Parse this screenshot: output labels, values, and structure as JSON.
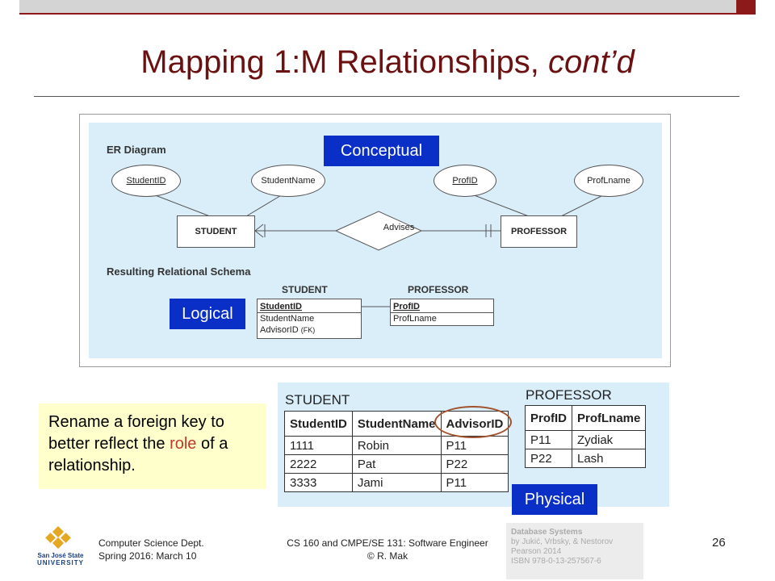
{
  "slide": {
    "title_main": "Mapping 1:M Relationships, ",
    "title_italic": "cont’d",
    "page_number": "26"
  },
  "er": {
    "heading": "ER Diagram",
    "attributes": [
      "StudentID",
      "StudentName",
      "ProfID",
      "ProfLname"
    ],
    "entities": [
      "STUDENT",
      "PROFESSOR"
    ],
    "relationship": "Advises",
    "schema_heading": "Resulting Relational Schema",
    "schema": {
      "student_title": "STUDENT",
      "student_cols": [
        "StudentID",
        "StudentName",
        "AdvisorID"
      ],
      "fk_marker": "(FK)",
      "professor_title": "PROFESSOR",
      "professor_cols": [
        "ProfID",
        "ProfLname"
      ]
    }
  },
  "tags": {
    "conceptual": "Conceptual",
    "logical": "Logical",
    "physical": "Physical"
  },
  "physical": {
    "student_title": "STUDENT",
    "student_headers": [
      "StudentID",
      "StudentName",
      "AdvisorID"
    ],
    "student_rows": [
      [
        "1111",
        "Robin",
        "P11"
      ],
      [
        "2222",
        "Pat",
        "P22"
      ],
      [
        "3333",
        "Jami",
        "P11"
      ]
    ],
    "professor_title": "PROFESSOR",
    "professor_headers": [
      "ProfID",
      "ProfLname"
    ],
    "professor_rows": [
      [
        "P11",
        "Zydiak"
      ],
      [
        "P22",
        "Lash"
      ]
    ]
  },
  "note": {
    "before": "Rename a foreign key to better reflect the ",
    "role": "role",
    "after": " of a relationship."
  },
  "footer": {
    "dept_line1": "Computer Science Dept.",
    "dept_line2": "Spring 2016: March 10",
    "course_line1": "CS 160 and CMPE/SE 131: Software Engineer",
    "course_line2": "© R. Mak",
    "citation": [
      "Database Systems",
      "by Jukić, Vrbsky, & Nestorov",
      "Pearson 2014",
      "ISBN 978-0-13-257567-6"
    ],
    "logo_line1": "San José State",
    "logo_line2": "UNIVERSITY"
  },
  "colors": {
    "title": "#6b1111",
    "accent_bar": "#8c1a1a",
    "tag_blue": "#0a2fc7",
    "diagram_bg": "#daeefa",
    "note_bg": "#ffffcc",
    "highlight_circle": "#a0522d"
  }
}
